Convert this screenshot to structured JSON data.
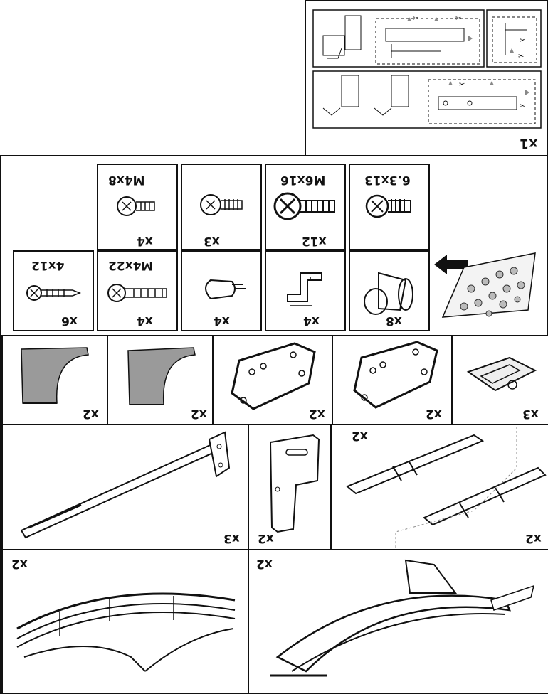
{
  "template": {
    "qty": "x1"
  },
  "hardware": {
    "screw_6_3x13": {
      "size": "6.3x13",
      "qty": ""
    },
    "screw_m6x16": {
      "size": "M6x16",
      "qty": "x12"
    },
    "screw_x3": {
      "size": "",
      "qty": "x3"
    },
    "screw_m4x8": {
      "size": "M4x8",
      "qty": "x4"
    },
    "cap": {
      "qty": "x8"
    },
    "clip": {
      "qty": "x4"
    },
    "knob": {
      "qty": "x4"
    },
    "screw_m4x22": {
      "size": "M4x22",
      "qty": "x4"
    },
    "screw_4x12": {
      "size": "4x12",
      "qty": "x6"
    }
  },
  "parts_row3": [
    {
      "qty": "x3"
    },
    {
      "qty": "x2"
    },
    {
      "qty": "x2"
    },
    {
      "qty": "x2"
    },
    {
      "qty": "x2"
    }
  ],
  "parts_row4": [
    {
      "qty": "x2"
    },
    {
      "qty": "x2"
    },
    {
      "qty": "x2"
    },
    {
      "qty": "x3"
    }
  ],
  "baskets": [
    {
      "qty": "x2"
    },
    {
      "qty": "x2"
    }
  ]
}
